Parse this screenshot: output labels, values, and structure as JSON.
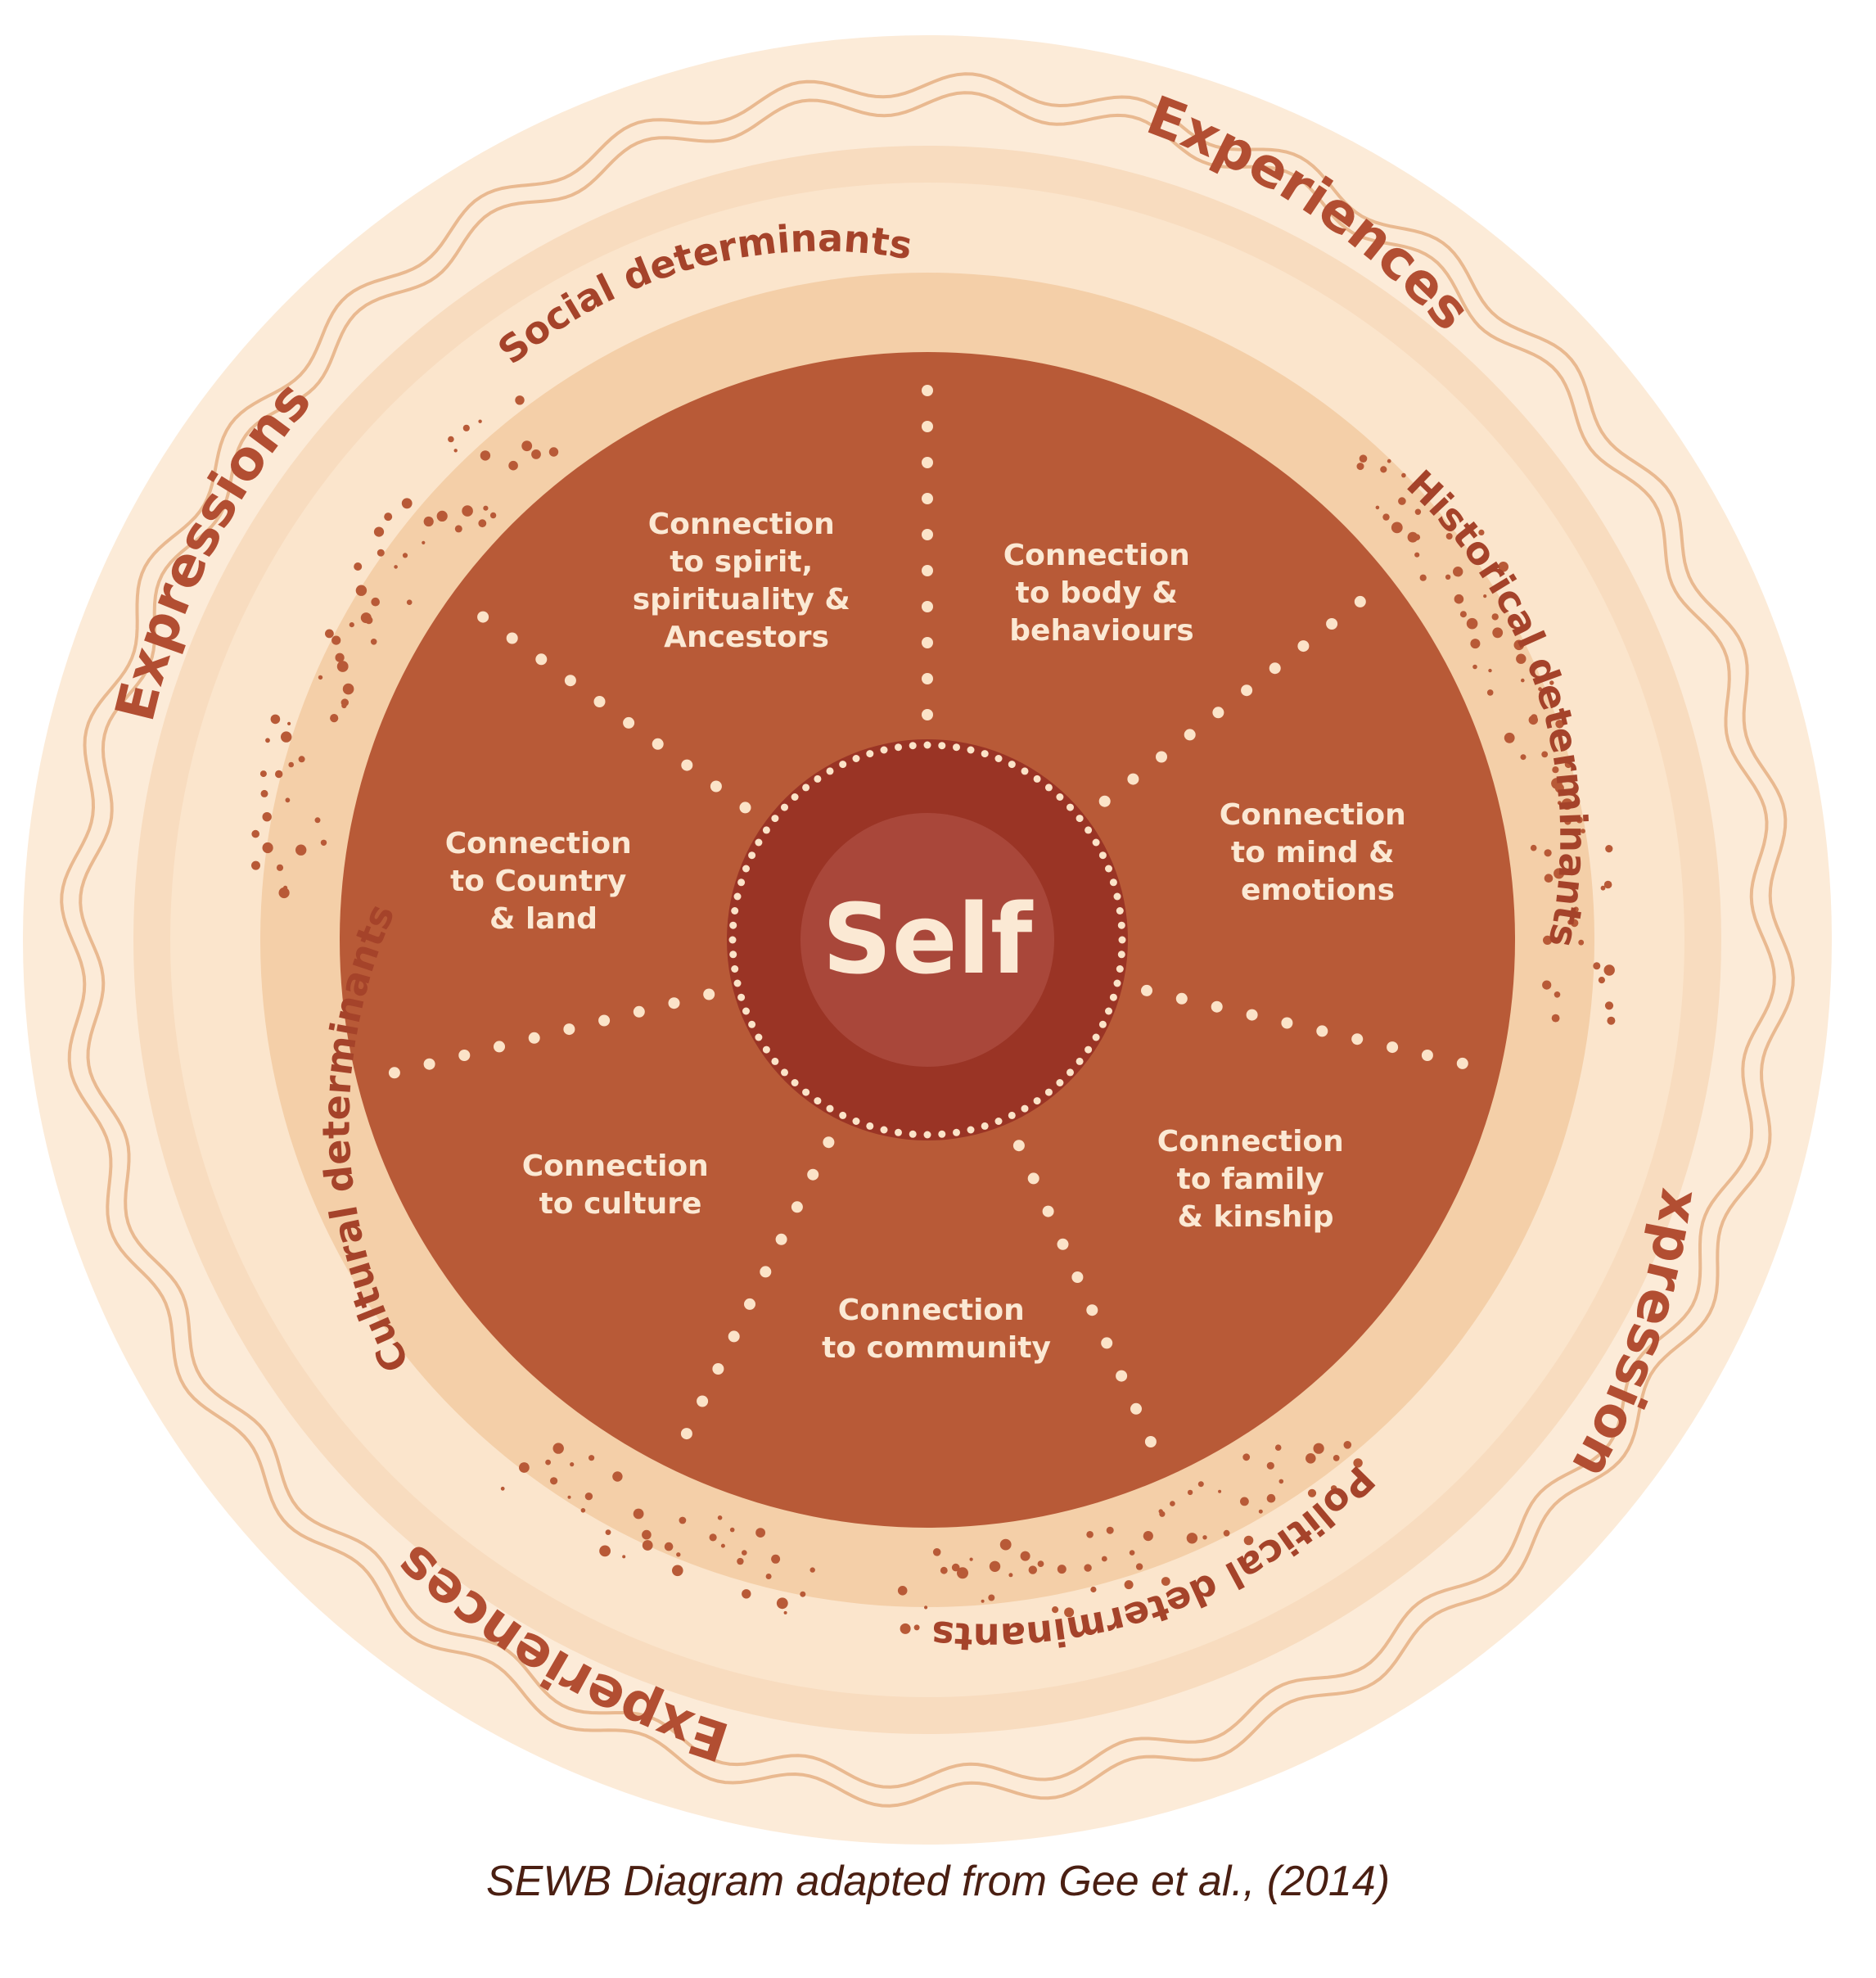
{
  "colors": {
    "background": "#ffffff",
    "outer_ring": "#fcebd8",
    "outer_ring_inner": "#f8dcbf",
    "determinants_ring": "#f4cfa8",
    "main_disc": "#b85a37",
    "self_outer": "#9a3425",
    "self_inner": "#a9473a",
    "dots": "#fbe3c8",
    "ring_text": "#a5432a",
    "wavy_line": "#e9b990"
  },
  "center": {
    "label": "Self"
  },
  "segments": [
    {
      "id": "spirit",
      "lines": [
        "Connection",
        "to spirit,",
        "spirituality &",
        "Ancestors"
      ]
    },
    {
      "id": "body",
      "lines": [
        "Connection",
        "to body &",
        "behaviours"
      ]
    },
    {
      "id": "mind",
      "lines": [
        "Connection",
        "to mind &",
        "emotions"
      ]
    },
    {
      "id": "family",
      "lines": [
        "Connection",
        "to family",
        "& kinship"
      ]
    },
    {
      "id": "community",
      "lines": [
        "Connection",
        "to community"
      ]
    },
    {
      "id": "culture",
      "lines": [
        "Connection",
        "to culture"
      ]
    },
    {
      "id": "country",
      "lines": [
        "Connection",
        "to Country",
        "& land"
      ]
    }
  ],
  "determinants": [
    {
      "id": "social",
      "label": "Social determinants"
    },
    {
      "id": "historical",
      "label": "Historical determinants"
    },
    {
      "id": "political",
      "label": "Political determinants"
    },
    {
      "id": "cultural",
      "label": "Cultural determinants"
    }
  ],
  "outer_labels": [
    {
      "id": "experiences-top",
      "label": "Experiences"
    },
    {
      "id": "expressions-left",
      "label": "Expressions"
    },
    {
      "id": "expressions-right",
      "label": "Expressions"
    },
    {
      "id": "experiences-bottom",
      "label": "Experiences"
    }
  ],
  "caption": "SEWB Diagram adapted from Gee et al., (2014)"
}
